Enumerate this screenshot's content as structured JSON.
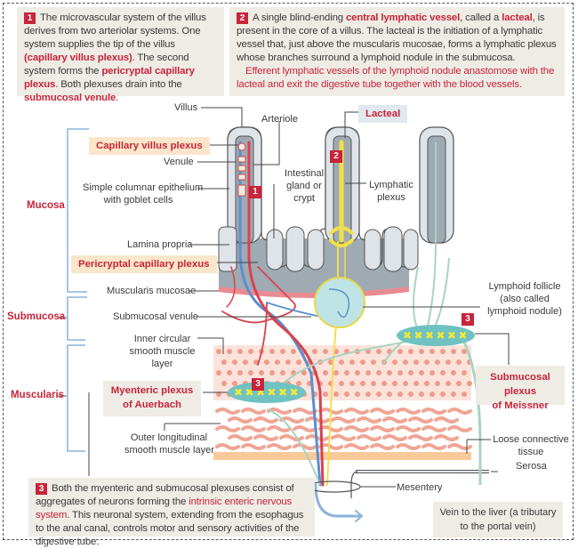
{
  "notes": {
    "note1": {
      "badge": "1",
      "parts": [
        {
          "t": "The microvascular system of the villus derives from two arteriolar systems. One system supplies the tip of the villus ",
          "s": "n"
        },
        {
          "t": "(capillary villus plexus)",
          "s": "hl"
        },
        {
          "t": ". The second system forms the ",
          "s": "n"
        },
        {
          "t": "pericryptal capillary plexus",
          "s": "hl"
        },
        {
          "t": ". Both plexuses drain into the ",
          "s": "n"
        },
        {
          "t": "submucosal venule",
          "s": "hl"
        },
        {
          "t": ".",
          "s": "n"
        }
      ]
    },
    "note2": {
      "badge": "2",
      "parts": [
        {
          "t": "A single blind-ending ",
          "s": "n"
        },
        {
          "t": "central lymphatic vessel",
          "s": "hl"
        },
        {
          "t": ", called a ",
          "s": "n"
        },
        {
          "t": "lacteal",
          "s": "hl"
        },
        {
          "t": ", is present in the core of a villus. The lacteal is the initiation of a lymphatic vessel that, just above the muscularis mucosae, forms a lymphatic plexus whose branches surround a lymphoid nodule in the submucosa.",
          "s": "n"
        }
      ],
      "second": "Efferent lymphatic vessels of the lymphoid nodule anastomose with the lacteal and exit the digestive tube together with the blood vessels."
    },
    "note3": {
      "badge": "3",
      "parts": [
        {
          "t": "Both the myenteric and submucosal plexuses consist of aggregates of neurons forming the ",
          "s": "n"
        },
        {
          "t": "intrinsic enteric nervous system",
          "s": "red"
        },
        {
          "t": ". This neuronal system, extending from the esophagus to the anal canal, controls motor and sensory activities of the digestive tube.",
          "s": "n"
        }
      ]
    }
  },
  "sections": {
    "mucosa": "Mucosa",
    "submucosa": "Submucosa",
    "muscularis": "Muscularis"
  },
  "labels": {
    "villus": "Villus",
    "arteriole": "Arteriole",
    "capillary_villus_plexus": "Capillary villus  plexus",
    "venule": "Venule",
    "simple_columnar_1": "Simple columnar epithelium",
    "simple_columnar_2": "with goblet cells",
    "intestinal_gland_1": "Intestinal",
    "intestinal_gland_2": "gland or",
    "intestinal_gland_3": "crypt",
    "lacteal": "Lacteal",
    "lymphatic_plexus_1": "Lymphatic",
    "lymphatic_plexus_2": "plexus",
    "lamina_propria": "Lamina propria",
    "pericryptal_capillary_plexus": "Pericryptal capillary plexus",
    "muscularis_mucosae": "Muscularis mucosae",
    "lymphoid_follicle_1": "Lymphoid follicle",
    "lymphoid_follicle_2": "(also called",
    "lymphoid_follicle_3": "lymphoid nodule)",
    "submucosal_venule": "Submucosal venule",
    "inner_circular_1": "Inner circular",
    "inner_circular_2": "smooth muscle",
    "inner_circular_3": "layer",
    "myenteric_plexus_1": "Myenteric plexus",
    "myenteric_plexus_2": "of  Auerbach",
    "submucosal_plexus_1": "Submucosal plexus",
    "submucosal_plexus_2": "of  Meissner",
    "outer_longitudinal_1": "Outer longitudinal",
    "outer_longitudinal_2": "smooth muscle layer",
    "loose_connective_1": "Loose connective",
    "loose_connective_2": "tissue",
    "serosa": "Serosa",
    "mesentery": "Mesentery",
    "vein_to_liver_1": "Vein to the liver (a tributary",
    "vein_to_liver_2": "to the portal vein)"
  },
  "diagram_badges": {
    "b1": "1",
    "b2": "2",
    "b3_myenteric": "3",
    "b3_submucosal": "3"
  },
  "colors": {
    "accent_red": "#c8243a",
    "note_bg": "#efebe5",
    "artery": "#d9424f",
    "vein": "#5b8fd0",
    "lymph": "#f2e04a",
    "nerve": "#a9d3bf"
  }
}
